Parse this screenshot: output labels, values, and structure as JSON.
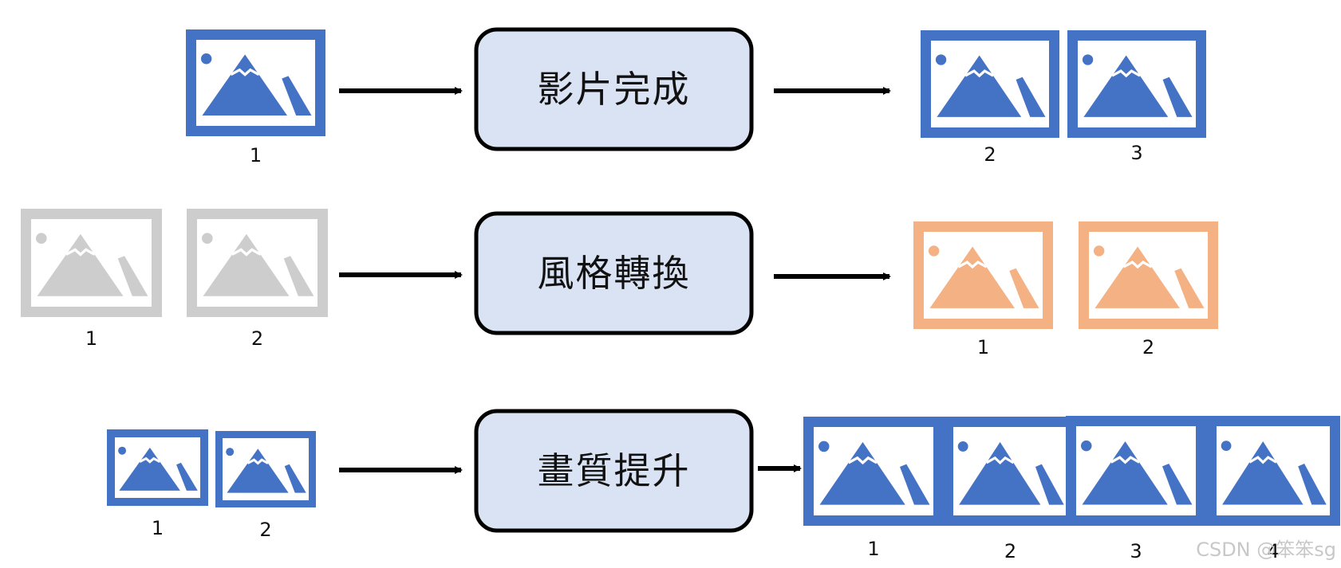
{
  "colors": {
    "blue": "#4472c4",
    "gray": "#cdcdcd",
    "orange": "#f4b183",
    "box_fill": "#dae3f3",
    "box_stroke": "#000000"
  },
  "rows": [
    {
      "process_label": "影片完成",
      "input_images": [
        {
          "label": "1",
          "color": "blue",
          "icon": "image-icon"
        }
      ],
      "output_images": [
        {
          "label": "2",
          "color": "blue",
          "icon": "image-icon"
        },
        {
          "label": "3",
          "color": "blue",
          "icon": "image-icon"
        }
      ]
    },
    {
      "process_label": "風格轉換",
      "input_images": [
        {
          "label": "1",
          "color": "gray",
          "icon": "image-icon"
        },
        {
          "label": "2",
          "color": "gray",
          "icon": "image-icon"
        }
      ],
      "output_images": [
        {
          "label": "1",
          "color": "orange",
          "icon": "image-icon"
        },
        {
          "label": "2",
          "color": "orange",
          "icon": "image-icon"
        }
      ]
    },
    {
      "process_label": "畫質提升",
      "input_images": [
        {
          "label": "1",
          "color": "blue",
          "icon": "image-icon"
        },
        {
          "label": "2",
          "color": "blue",
          "icon": "image-icon"
        }
      ],
      "output_images": [
        {
          "label": "1",
          "color": "blue",
          "icon": "image-icon"
        },
        {
          "label": "2",
          "color": "blue",
          "icon": "image-icon"
        },
        {
          "label": "3",
          "color": "blue",
          "icon": "image-icon"
        },
        {
          "label": "4",
          "color": "blue",
          "icon": "image-icon"
        }
      ]
    }
  ],
  "watermark": "CSDN @笨笨sg"
}
